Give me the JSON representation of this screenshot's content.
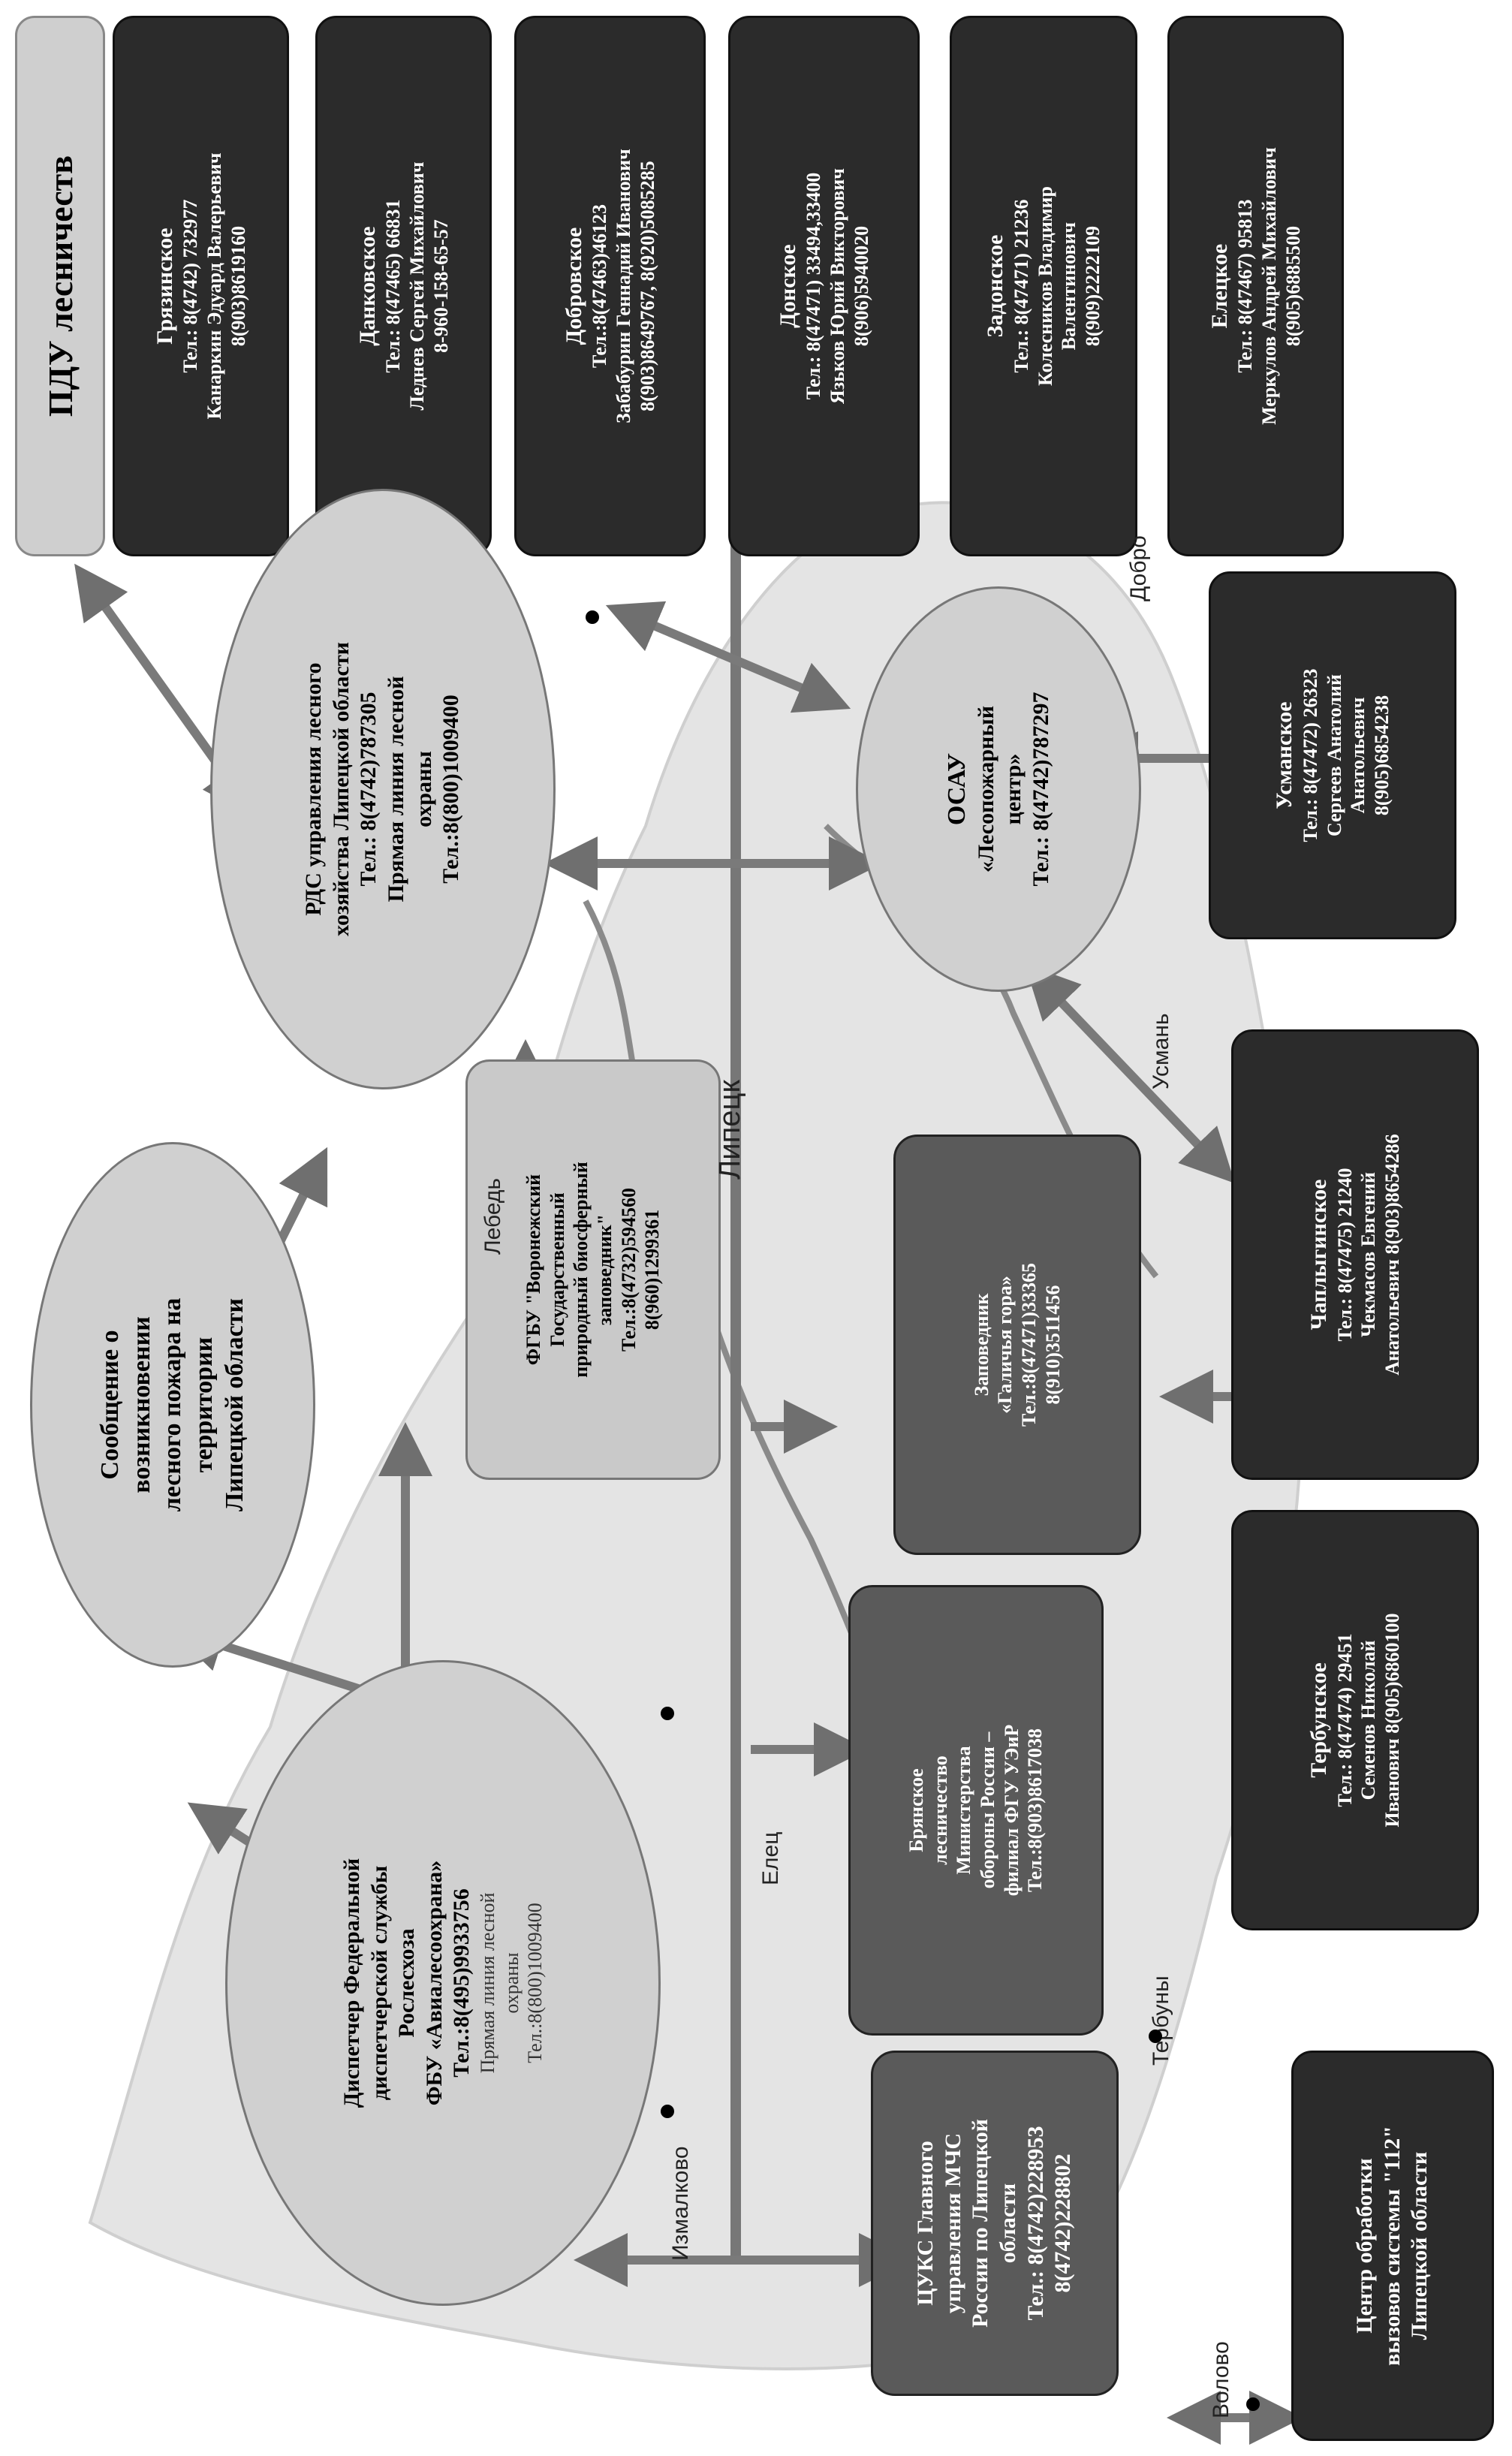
{
  "header": {
    "title": "ПДУ лесничеств"
  },
  "forestries": [
    {
      "name": "Грязинское",
      "lines": [
        "Тел.: 8(4742) 732977",
        "Канаркин Эдуард Валерьевич",
        "8(903)8619160"
      ]
    },
    {
      "name": "Данковское",
      "lines": [
        "Тел.: 8(47465) 66831",
        "Леднев Сергей Михайлович",
        "8-960-158-65-57"
      ]
    },
    {
      "name": "Добровское",
      "lines": [
        "Тел.:8(47463)46123",
        "Забабурин Геннадий Иванович",
        "8(903)8649767, 8(920)5085285"
      ]
    },
    {
      "name": "Донское",
      "lines": [
        "Тел.: 8(47471) 33494,33400",
        "Язьков Юрий Викторович",
        "8(906)5940020"
      ]
    },
    {
      "name": "Задонское",
      "lines": [
        "Тел.: 8(47471) 21236",
        "Колесников Владимир",
        "Валентинович",
        "8(909)2222109"
      ]
    },
    {
      "name": "Елецкое",
      "lines": [
        "Тел.: 8(47467) 95813",
        "Меркулов Андрей Михайлович",
        "8(905)6885500"
      ]
    }
  ],
  "forestries_lower": [
    {
      "name": "Усманское",
      "lines": [
        "Тел.: 8(47472) 26323",
        "Сергеев Анатолий",
        "Анатольевич",
        "8(905)6854238"
      ]
    },
    {
      "name": "Чаплыгинское",
      "lines": [
        "Тел.: 8(47475) 21240",
        "Чекмасов Евгений",
        "Анатольевич 8(903)8654286"
      ]
    },
    {
      "name": "Тербунское",
      "lines": [
        "Тел.: 8(47474) 29451",
        "Семенов Николай",
        "Иванович 8(905)6860100"
      ]
    }
  ],
  "center_112": {
    "lines": [
      "Центр обработки",
      "вызовов системы \"112\"",
      "Липецкой области"
    ]
  },
  "tsuks": {
    "lines": [
      "ЦУКС Главного",
      "управления МЧС",
      "России  по Липецкой",
      "области",
      "Тел.: 8(4742)228953",
      "8(4742)228802"
    ]
  },
  "bryansk": {
    "lines": [
      "Брянское",
      "лесничество",
      "Министерства",
      "обороны России –",
      "филиал ФГУ УЭиР",
      "Тел.:8(903)8617038"
    ]
  },
  "zapovednik_galichya": {
    "lines": [
      "Заповедник",
      "«Галичья гора»",
      "Тел.:8(47471)33365",
      "8(910)3511456"
    ]
  },
  "voronezh_reserve": {
    "lines": [
      "ФГБУ \"Воронежский",
      "Государственный",
      "природный биосферный",
      "заповедник\"",
      "Тел.:8(4732)594560",
      "8(960)1299361"
    ]
  },
  "avialesookhrana": {
    "lines": [
      "Диспетчер Федеральной",
      "диспетчерской службы",
      "Рослесхоза",
      "ФБУ «Авиалесоохрана»",
      "Тел.:8(495)9933756"
    ],
    "sub_lines": [
      "Прямая линия лесной",
      "охраны",
      "Тел.:8(800)1009400"
    ]
  },
  "report": {
    "lines": [
      "Сообщение о",
      "возникновении",
      "лесного пожара на",
      "территории",
      "Липецкой  области"
    ]
  },
  "rds": {
    "lines": [
      "РДС управления лесного",
      "хозяйства Липецкой области",
      "Тел.: 8(4742)787305",
      "Прямая линия лесной",
      "охраны",
      "Тел.:8(800)1009400"
    ]
  },
  "osau": {
    "lines": [
      "ОСАУ",
      "«Лесопожарный",
      "центр»",
      "Тел.: 8(4742)787297"
    ]
  },
  "map_labels": {
    "lipetsk": "Липецк",
    "lebedyan": "Лебедь",
    "usman": "Усмань",
    "dobroe": "Добро",
    "terbuny": "Тербуны",
    "yelets": "Елец",
    "volovo": "Волово",
    "izmalkovo": "Измалково"
  },
  "colors": {
    "dark": "#2b2b2b",
    "mid": "#5a5a5a",
    "light": "#c9c9c9",
    "arrow": "#7a7a7a",
    "map": "#e4e4e4"
  }
}
